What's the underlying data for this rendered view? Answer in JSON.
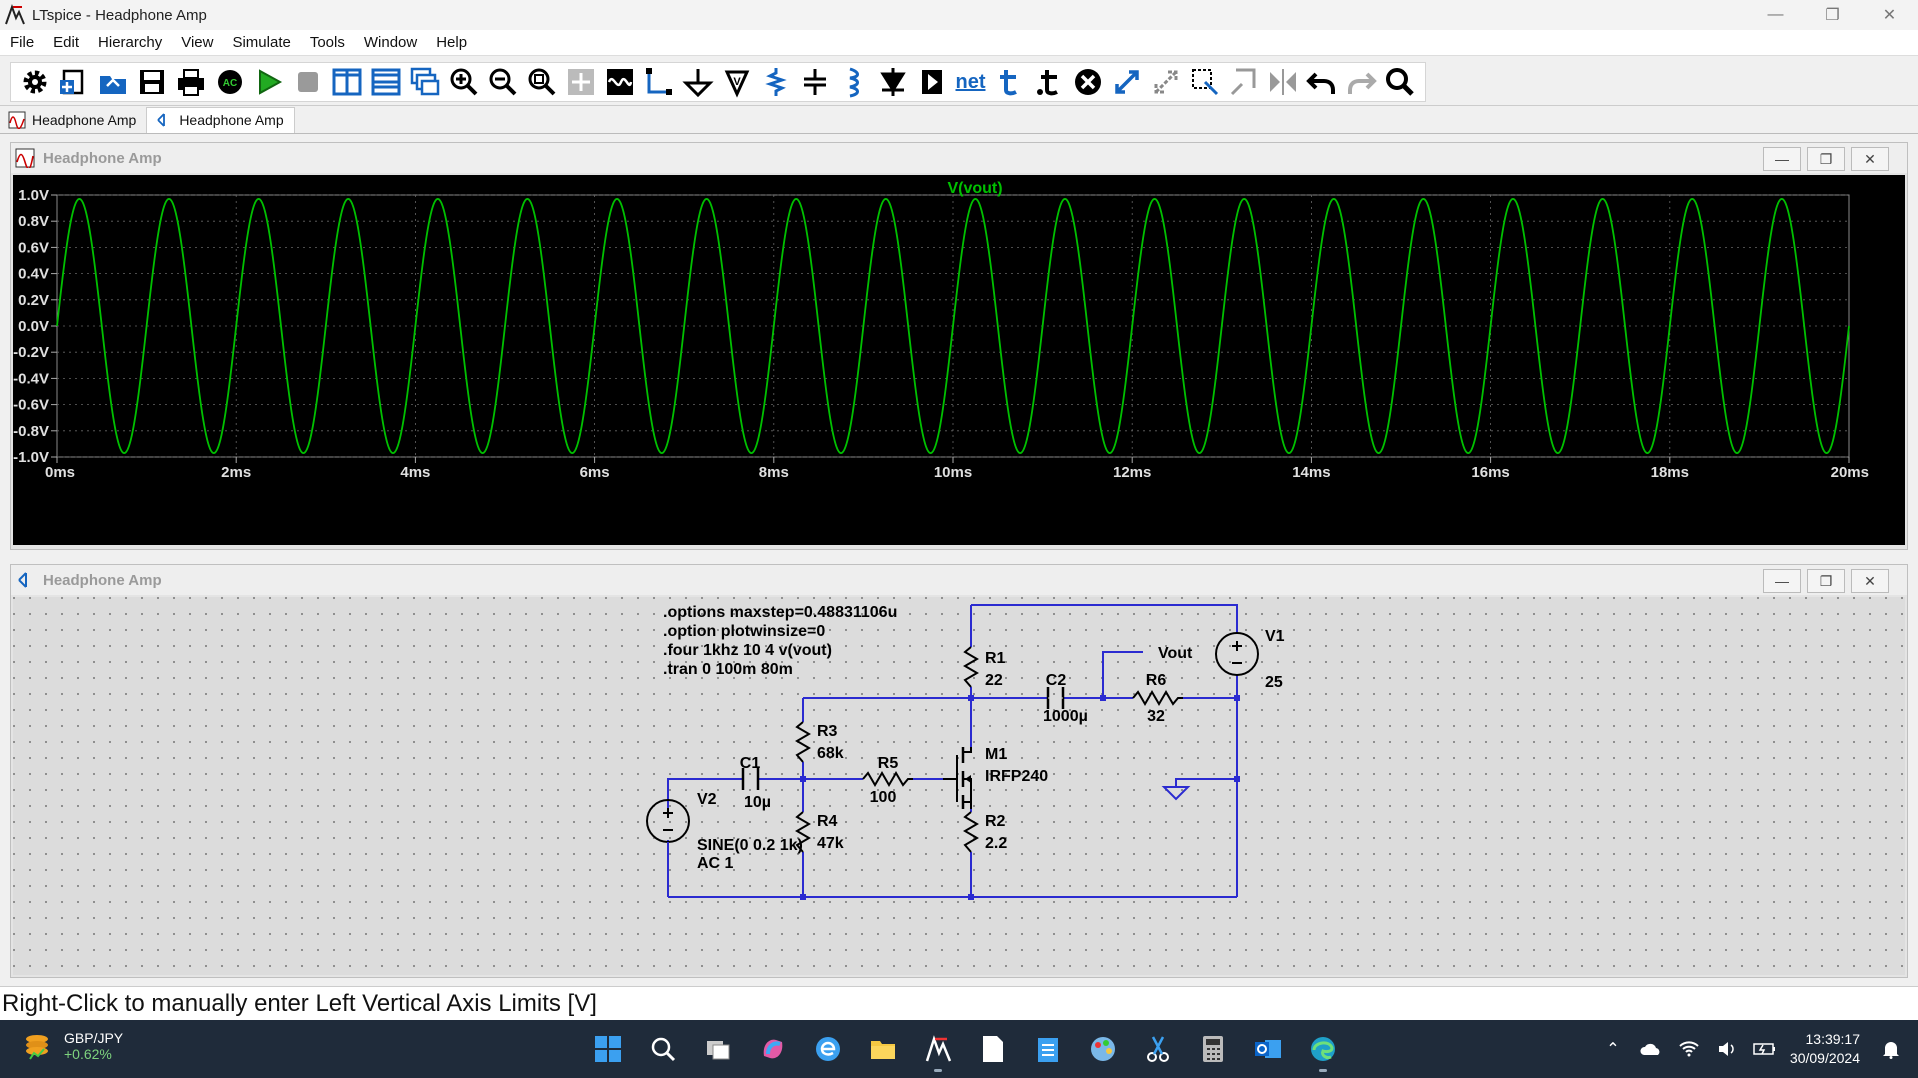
{
  "window": {
    "title": "LTspice - Headphone Amp",
    "controls": [
      "minimize",
      "restore",
      "close"
    ]
  },
  "menu": [
    "File",
    "Edit",
    "Hierarchy",
    "View",
    "Simulate",
    "Tools",
    "Window",
    "Help"
  ],
  "toolbar": {
    "icons": [
      "settings-icon",
      "new-schematic-icon",
      "open-icon",
      "save-icon",
      "print-icon",
      "spice-icon",
      "run-icon",
      "halt-icon",
      "tile-vertical-icon",
      "tile-horizontal-icon",
      "cascade-icon",
      "zoom-in-icon",
      "zoom-out-icon",
      "zoom-fit-icon",
      "pan-icon",
      "autorange-icon",
      "wire-icon",
      "ground-icon",
      "voltage-probe-icon",
      "resistor-icon",
      "capacitor-icon",
      "inductor-icon",
      "diode-icon",
      "component-icon",
      "net-label-icon",
      "text-icon",
      "spice-directive-icon",
      "delete-icon",
      "move-icon",
      "drag-icon",
      "duplicate-icon",
      "paste-icon",
      "mirror-icon",
      "undo-icon",
      "redo-icon",
      "find-icon"
    ],
    "net_label": "net"
  },
  "tabs": [
    {
      "label": "Headphone Amp",
      "kind": "waveform"
    },
    {
      "label": "Headphone Amp",
      "kind": "schematic"
    }
  ],
  "waveform_window": {
    "title": "Headphone Amp",
    "trace_label": "V(vout)",
    "trace_color": "#00c000",
    "y_ticks": [
      "1.0V",
      "0.8V",
      "0.6V",
      "0.4V",
      "0.2V",
      "0.0V",
      "-0.2V",
      "-0.4V",
      "-0.6V",
      "-0.8V",
      "-1.0V"
    ],
    "x_ticks": [
      "0ms",
      "2ms",
      "4ms",
      "6ms",
      "8ms",
      "10ms",
      "12ms",
      "14ms",
      "16ms",
      "18ms",
      "20ms"
    ]
  },
  "chart_data": {
    "type": "line",
    "title": "",
    "xlabel": "",
    "ylabel": "",
    "xlim": [
      0,
      20
    ],
    "ylim": [
      -1.0,
      1.0
    ],
    "grid": true,
    "series": [
      {
        "name": "V(vout)",
        "function": "sine",
        "amplitude": 0.97,
        "frequency_khz": 1.0,
        "offset": 0
      }
    ]
  },
  "schematic_window": {
    "title": "Headphone Amp",
    "directives": [
      ".options maxstep=0.48831106u",
      ".option plotwinsize=0",
      ".four 1khz 10 4 v(vout)",
      ".tran 0 100m 80m"
    ],
    "components": {
      "R1": {
        "name": "R1",
        "value": "22"
      },
      "R2": {
        "name": "R2",
        "value": "2.2"
      },
      "R3": {
        "name": "R3",
        "value": "68k"
      },
      "R4": {
        "name": "R4",
        "value": "47k"
      },
      "R5": {
        "name": "R5",
        "value": "100"
      },
      "R6": {
        "name": "R6",
        "value": "32"
      },
      "C1": {
        "name": "C1",
        "value": "10µ"
      },
      "C2": {
        "name": "C2",
        "value": "1000µ"
      },
      "M1": {
        "name": "M1",
        "value": "IRFP240"
      },
      "V1": {
        "name": "V1",
        "value": "25"
      },
      "V2": {
        "name": "V2",
        "value": "SINE(0 0.2 1k)",
        "value2": "AC 1"
      }
    },
    "net_labels": {
      "vout": "Vout"
    },
    "wire_color": "#2b2bd0",
    "component_color": "#000000"
  },
  "status": {
    "text": "Right-Click to manually enter Left Vertical Axis Limits [V]"
  },
  "taskbar": {
    "ticker_name": "GBP/JPY",
    "ticker_change": "+0.62%",
    "time": "13:39:17",
    "date": "30/09/2024",
    "apps": [
      "start-icon",
      "search-icon",
      "task-view-icon",
      "copilot-icon",
      "edge-legacy-icon",
      "file-explorer-icon",
      "ltspice-icon",
      "document-icon",
      "notepad-icon",
      "paint-icon",
      "snipping-tool-icon",
      "calculator-icon",
      "outlook-icon",
      "edge-icon"
    ]
  }
}
